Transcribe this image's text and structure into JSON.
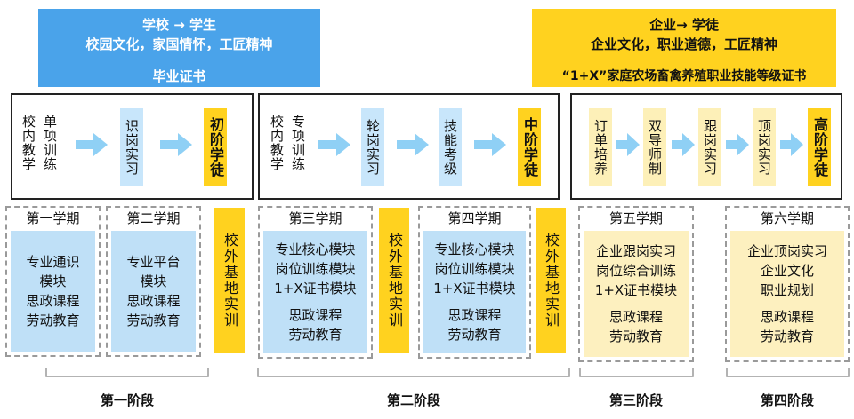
{
  "top_left": {
    "line1": "学校 → 学生",
    "line2": "校园文化，家国情怀，工匠精神",
    "line3": "毕业证书"
  },
  "top_right": {
    "line1": "企业→ 学徒",
    "line2": "企业文化，职业道德，工匠精神",
    "line3": "“1+X”家庭农场畜禽养殖职业技能等级证书"
  },
  "stages": [
    {
      "steps": [
        "校内教学",
        "单项训练",
        "识岗实习"
      ],
      "goal": "初阶学徒"
    },
    {
      "steps": [
        "校内教学",
        "专项训练",
        "轮岗实习",
        "技能考级"
      ],
      "goal": "中阶学徒"
    },
    {
      "steps": [
        "订单培养",
        "双导师制",
        "跟岗实习",
        "顶岗实习"
      ],
      "goal": "高阶学徒"
    }
  ],
  "semesters": [
    {
      "title": "第一学期",
      "lines": [
        "专业通识",
        "模块",
        "思政课程",
        "劳动教育"
      ]
    },
    {
      "title": "第二学期",
      "lines": [
        "专业平台",
        "模块",
        "思政课程",
        "劳动教育"
      ]
    },
    {
      "title": "第三学期",
      "lines": [
        "专业核心模块",
        "岗位训练模块",
        "1+X证书模块",
        "思政课程",
        "劳动教育"
      ]
    },
    {
      "title": "第四学期",
      "lines": [
        "专业核心模块",
        "岗位训练模块",
        "1+X证书模块",
        "思政课程",
        "劳动教育"
      ]
    },
    {
      "title": "第五学期",
      "lines": [
        "企业跟岗实习",
        "岗位综合训练",
        "1+X证书模块",
        "思政课程",
        "劳动教育"
      ]
    },
    {
      "title": "第六学期",
      "lines": [
        "企业顶岗实习",
        "企业文化",
        "职业规划",
        "思政课程",
        "劳动教育"
      ]
    }
  ],
  "base_training": "校外基地实训",
  "phases": [
    "第一阶段",
    "第二阶段",
    "第三阶段",
    "第四阶段"
  ],
  "colors": {
    "blue": "#4aa3ea",
    "light_blue": "#c8e6fb",
    "yellow": "#ffd21f",
    "light_yellow": "#fdf0bf",
    "arrow": "#8fd0f5"
  }
}
